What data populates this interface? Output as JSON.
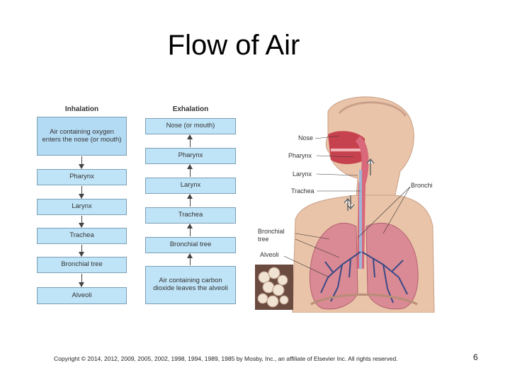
{
  "slide": {
    "title": "Flow of Air",
    "copyright": "Copyright © 2014, 2012, 2009, 2005, 2002, 1998, 1994, 1989, 1985 by Mosby, Inc., an affiliate of Elsevier Inc. All rights reserved.",
    "page_number": "6"
  },
  "inhalation": {
    "heading": "Inhalation",
    "steps": [
      "Air containing oxygen enters the nose (or mouth)",
      "Pharynx",
      "Larynx",
      "Trachea",
      "Bronchial tree",
      "Alveoli"
    ]
  },
  "exhalation": {
    "heading": "Exhalation",
    "steps": [
      "Nose (or mouth)",
      "Pharynx",
      "Larynx",
      "Trachea",
      "Bronchial tree",
      "Air containing carbon dioxide leaves the alveoli"
    ]
  },
  "anatomy_labels": {
    "nose": "Nose",
    "pharynx": "Pharynx",
    "larynx": "Larynx",
    "trachea": "Trachea",
    "bronchi": "Bronchi",
    "bronchial_tree": "Bronchial tree",
    "alveoli": "Alveoli"
  },
  "colors": {
    "box_fill": "#bfe3f7",
    "skin": "#e9c4a8",
    "lung": "#d98a94",
    "airway": "#3a4a86"
  }
}
